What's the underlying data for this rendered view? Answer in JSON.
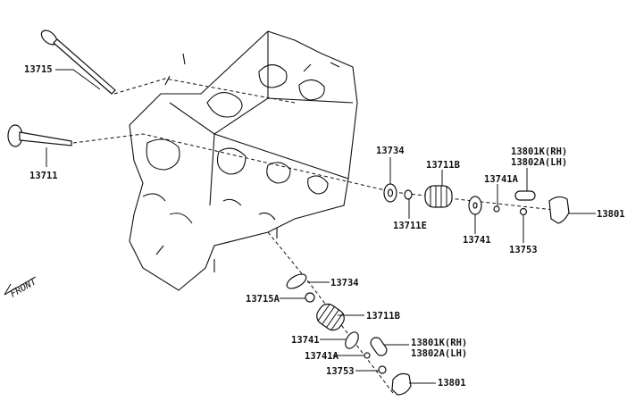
{
  "diagram": {
    "direction_label": "FRONT",
    "parts": {
      "exhaust_valve": "13715",
      "intake_valve": "13711",
      "spring_seat_upper": "13734",
      "spring_upper": "13711B",
      "stem_seal_upper": "13711E",
      "retainer_upper": "13741",
      "lock_upper": "13741A",
      "lifter_rh_upper": "13801K(RH)",
      "lifter_lh_upper": "13802A(LH)",
      "adjuster_upper": "13753",
      "rocker_upper": "13801",
      "spring_seat_lower": "13734",
      "stem_seal_lower": "13715A",
      "spring_lower": "13711B",
      "retainer_lower": "13741",
      "lock_lower": "13741A",
      "lifter_rh_lower": "13801K(RH)",
      "lifter_lh_lower": "13802A(LH)",
      "adjuster_lower": "13753",
      "rocker_lower": "13801"
    }
  }
}
